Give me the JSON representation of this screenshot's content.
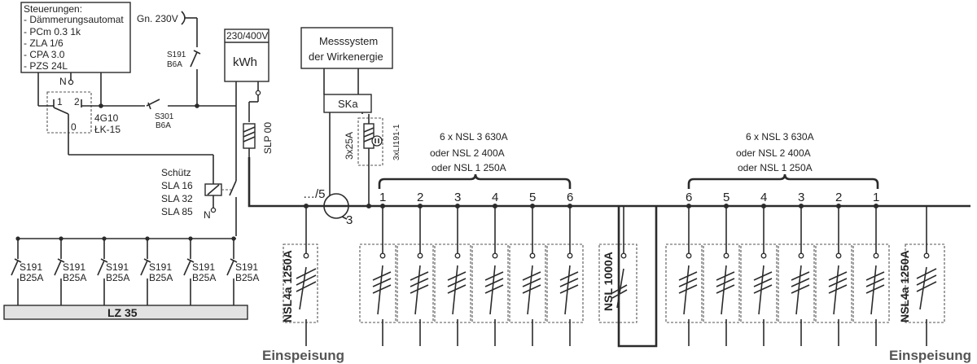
{
  "control": {
    "title": "Steuerungen:",
    "items": [
      "- Dämmerungsautomat",
      "- PCm 0.3 1k",
      "- ZLA 1/6",
      "- CPA 3.0",
      "- PZS 24L"
    ]
  },
  "supply_label": "Gn. 230V",
  "meter": {
    "voltage": "230/400V",
    "unit": "kWh"
  },
  "measuring": {
    "line1": "Messsystem",
    "line2": "der Wirkenergie",
    "ska": "SKa"
  },
  "breakers": {
    "s191_b6a": {
      "line1": "S191",
      "line2": "B6A"
    },
    "s301_b6a": {
      "line1": "S301",
      "line2": "B6A"
    },
    "lk15": {
      "line1": "4G10",
      "line2": "ŁK-15"
    },
    "slp": "SLP 00",
    "ct_fuse": "3x25A",
    "li191": "3xLI191-1"
  },
  "switch_labels": {
    "n": "N",
    "one": "1",
    "two": "2",
    "zero": "0"
  },
  "contactor": {
    "lines": [
      "Schütz",
      "SLA 16",
      "SLA 32",
      "SLA 85"
    ],
    "n": "N"
  },
  "ct": {
    "ratio": "…/5",
    "count": "3"
  },
  "fuse_group_text": [
    "6 x NSL 3 630A",
    "oder NSL 2 400A",
    "oder NSL 1 250A"
  ],
  "left_numbers": [
    "1",
    "2",
    "3",
    "4",
    "5",
    "6"
  ],
  "right_numbers": [
    "6",
    "5",
    "4",
    "3",
    "2",
    "1"
  ],
  "lighting_breakers": [
    "S191",
    "S191",
    "S191",
    "S191",
    "S191",
    "S191"
  ],
  "lighting_ratings": [
    "B25A",
    "B25A",
    "B25A",
    "B25A",
    "B25A",
    "B25A"
  ],
  "lz_label": "LZ 35",
  "nsl4a_label": "NSL4a 1250A",
  "nsl1000_label": "NSL 1000A",
  "feed_label": "Einspeisung"
}
